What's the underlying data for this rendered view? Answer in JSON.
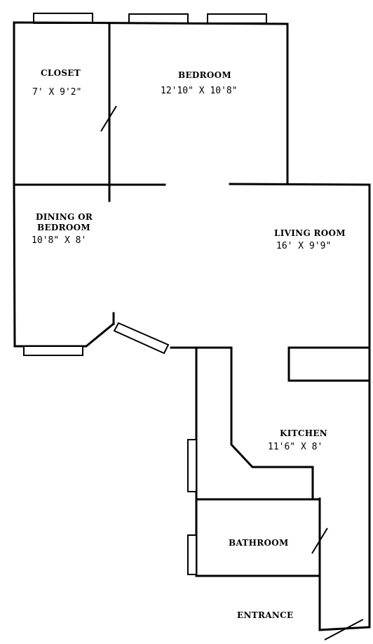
{
  "rooms": {
    "closet": {
      "name": "CLOSET",
      "dimensions": "7' X 9'2\""
    },
    "bedroom": {
      "name": "BEDROOM",
      "dimensions": "12'10\" X 10'8\""
    },
    "dining": {
      "name_line1": "DINING OR",
      "name_line2": "BEDROOM",
      "dimensions": "10'8\" X 8'"
    },
    "living": {
      "name": "LIVING ROOM",
      "dimensions": "16' X 9'9\""
    },
    "kitchen": {
      "name": "KITCHEN",
      "dimensions": "11'6\" X 8'"
    },
    "bathroom": {
      "name": "BATHROOM"
    },
    "entrance": {
      "name": "ENTRANCE"
    }
  },
  "colors": {
    "line": "#000000",
    "background": "#ffffff"
  }
}
